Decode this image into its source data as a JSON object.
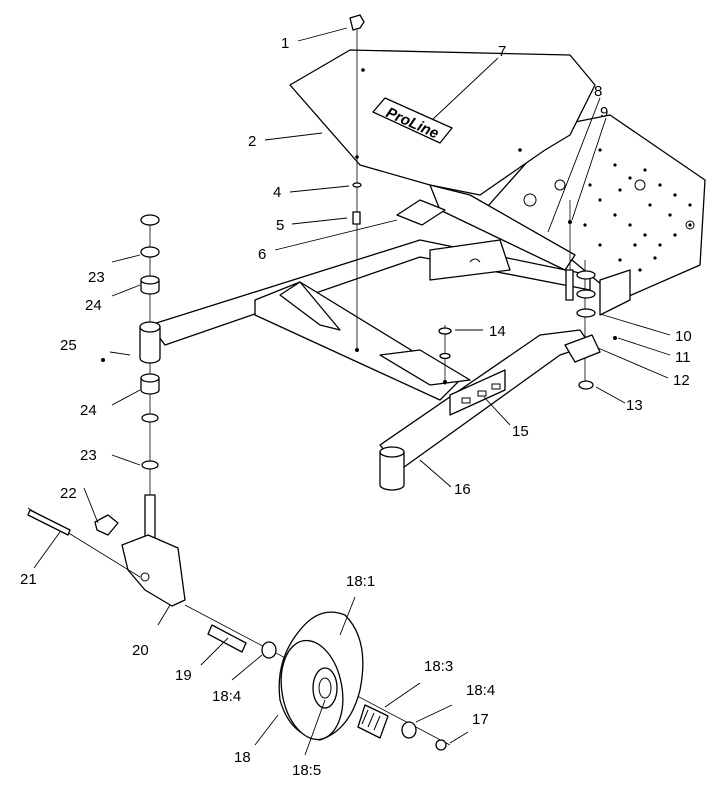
{
  "diagram": {
    "decal_text": "ProLine",
    "callouts": [
      {
        "id": "c1",
        "text": "1"
      },
      {
        "id": "c2",
        "text": "2"
      },
      {
        "id": "c4",
        "text": "4"
      },
      {
        "id": "c5",
        "text": "5"
      },
      {
        "id": "c6",
        "text": "6"
      },
      {
        "id": "c7",
        "text": "7"
      },
      {
        "id": "c8",
        "text": "8"
      },
      {
        "id": "c9",
        "text": "9"
      },
      {
        "id": "c10",
        "text": "10"
      },
      {
        "id": "c11",
        "text": "11"
      },
      {
        "id": "c12",
        "text": "12"
      },
      {
        "id": "c13",
        "text": "13"
      },
      {
        "id": "c14",
        "text": "14"
      },
      {
        "id": "c15",
        "text": "15"
      },
      {
        "id": "c16",
        "text": "16"
      },
      {
        "id": "c17",
        "text": "17"
      },
      {
        "id": "c18",
        "text": "18"
      },
      {
        "id": "c18_1",
        "text": "18:1"
      },
      {
        "id": "c18_3",
        "text": "18:3"
      },
      {
        "id": "c18_4a",
        "text": "18:4"
      },
      {
        "id": "c18_4b",
        "text": "18:4"
      },
      {
        "id": "c18_5",
        "text": "18:5"
      },
      {
        "id": "c19",
        "text": "19"
      },
      {
        "id": "c20",
        "text": "20"
      },
      {
        "id": "c21",
        "text": "21"
      },
      {
        "id": "c22",
        "text": "22"
      },
      {
        "id": "c23a",
        "text": "23"
      },
      {
        "id": "c23b",
        "text": "23"
      },
      {
        "id": "c24a",
        "text": "24"
      },
      {
        "id": "c24b",
        "text": "24"
      },
      {
        "id": "c25",
        "text": "25"
      }
    ]
  }
}
